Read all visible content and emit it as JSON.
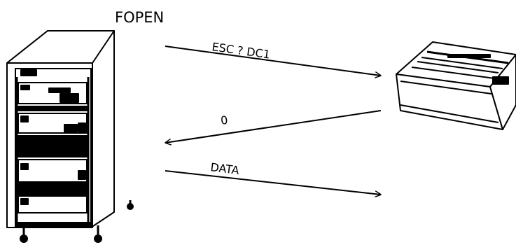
{
  "diagram": {
    "title": "FOPEN",
    "messages": [
      {
        "label": "ESC ? DC1",
        "direction": "host-to-printer"
      },
      {
        "label": "0",
        "direction": "printer-to-host"
      },
      {
        "label": "DATA",
        "direction": "host-to-printer"
      }
    ],
    "icons": {
      "host": "computer-cabinet-icon",
      "printer": "printer-icon"
    }
  }
}
